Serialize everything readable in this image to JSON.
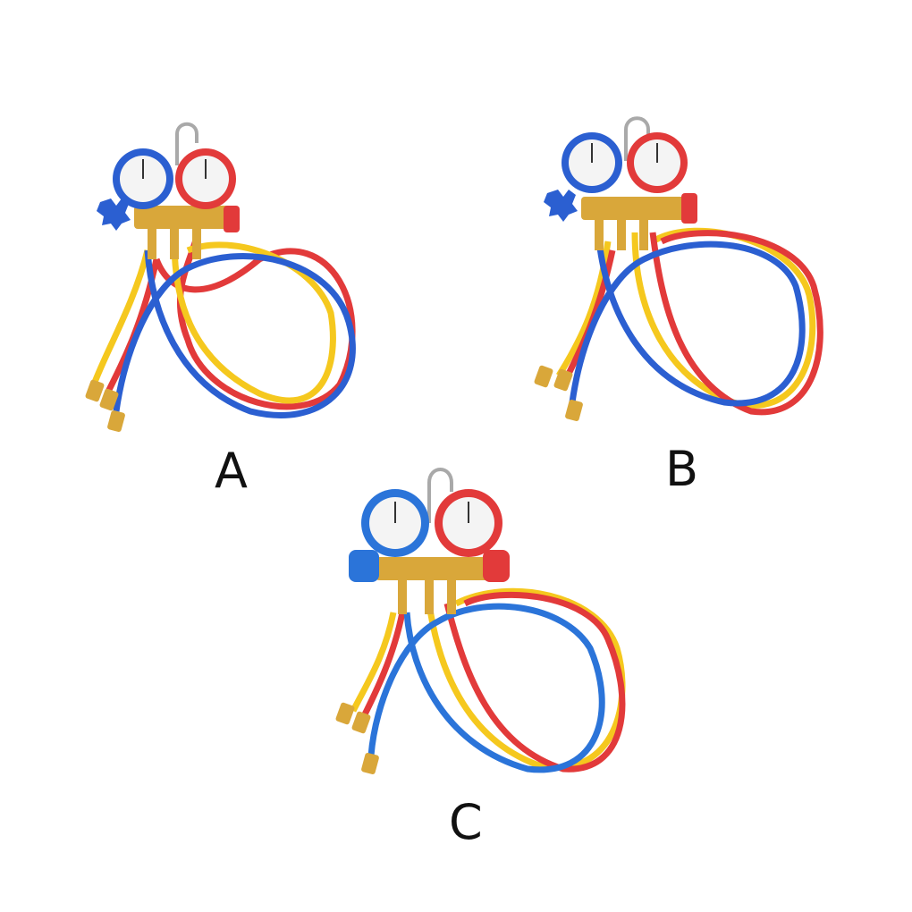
{
  "variants": [
    {
      "label": "A",
      "knob_style": "star",
      "colors": {
        "low": "#2b5fd1",
        "high": "#e23a3a",
        "middle": "#f5c81e",
        "brass": "#d9a73a"
      }
    },
    {
      "label": "B",
      "knob_style": "star",
      "colors": {
        "low": "#2b5fd1",
        "high": "#e23a3a",
        "middle": "#f5c81e",
        "brass": "#d9a73a"
      }
    },
    {
      "label": "C",
      "knob_style": "round",
      "colors": {
        "low": "#2b74d9",
        "high": "#e23a3a",
        "middle": "#f5c81e",
        "brass": "#d9a73a"
      }
    }
  ]
}
